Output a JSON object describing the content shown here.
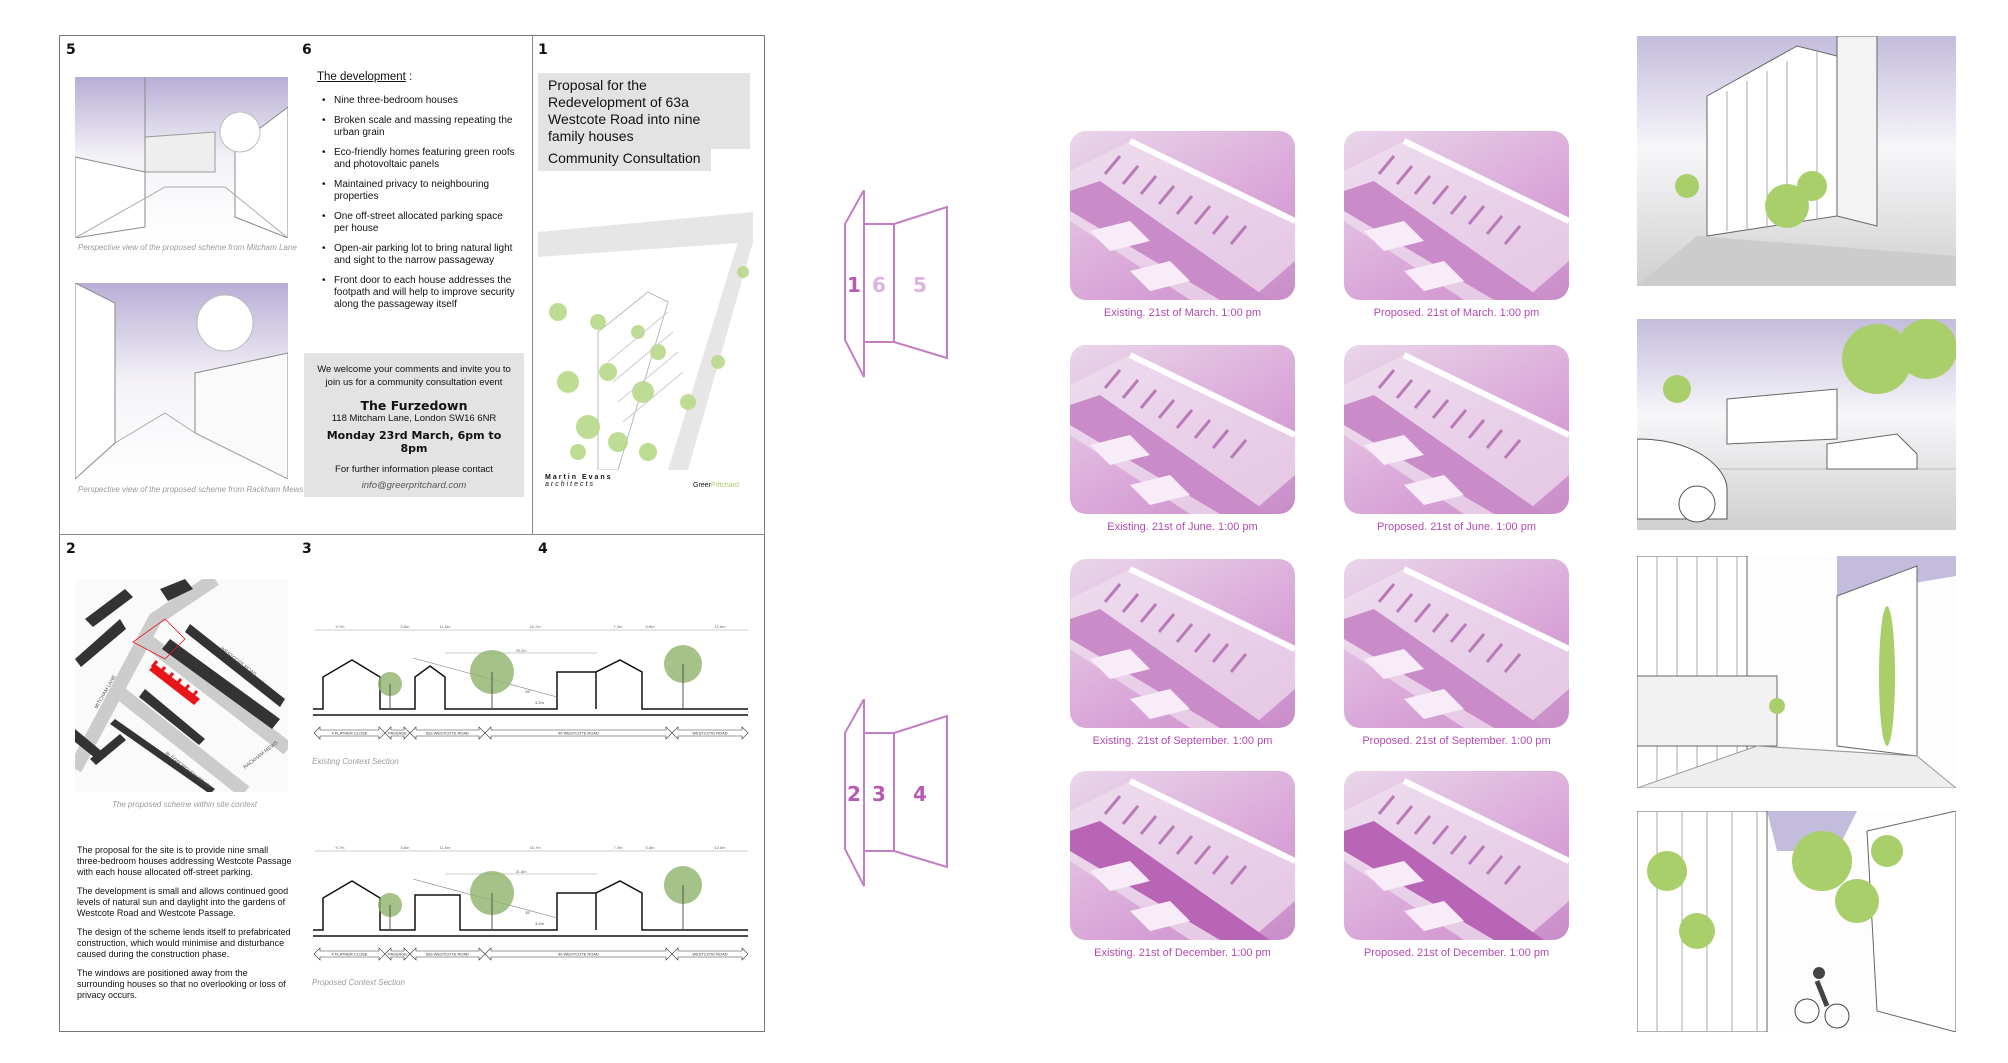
{
  "panels": {
    "p5": {
      "num": "5",
      "caption1": "Perspective view of the proposed scheme from Mitcham Lane",
      "caption2": "Perspective view of the proposed scheme from Rackham Mews"
    },
    "p6": {
      "num": "6",
      "heading": "The development",
      "heading_suffix": " :",
      "bullets": [
        "Nine three-bedroom houses",
        "Broken scale and massing repeating the urban grain",
        "Eco-friendly homes featuring green roofs and photovoltaic panels",
        "Maintained privacy to neighbouring properties",
        "One off-street allocated parking space per house",
        "Open-air parking lot to bring natural light and sight to the narrow passageway",
        "Front door to each house addresses the footpath and will help to improve security along the passageway itself"
      ],
      "invite": "We welcome your comments and invite you to join us for a community consultation event",
      "venue": "The Furzedown",
      "address": "118 Mitcham Lane, London SW16 6NR",
      "date": "Monday 23rd March, 6pm to 8pm",
      "contact": "For further information please contact",
      "email": "info@greerpritchard.com"
    },
    "p1": {
      "num": "1",
      "title": "Proposal for the Redevelopment of 63a Westcote Road into nine family houses",
      "subtitle": "Community Consultation",
      "logo1_line1": "Martin Evans",
      "logo1_line2": "architects",
      "logo2_part1": "Greer",
      "logo2_part2": "Pritchard"
    },
    "p2": {
      "num": "2",
      "caption": "The proposed scheme within site context",
      "map_labels": [
        "MITCHAM LANE",
        "WESTCOTE ROAD",
        "BLEGBOROUGH ROAD",
        "RACKHAM MEWS"
      ],
      "paragraphs": [
        "The proposal for the site is to provide nine small three-bedroom houses addressing Westcote Passage with each house allocated off-street parking.",
        "The development is small and allows continued good levels of natural sun and daylight into the gardens of Westcote Road and Westcote Passage.",
        "The design of the scheme lends itself to prefabricated construction, which would minimise and disturbance caused during the construction phase.",
        "The windows are positioned away from the surrounding houses so that no overlooking or loss of privacy occurs."
      ]
    },
    "p3": {
      "num": "3"
    },
    "p4": {
      "num": "4"
    }
  },
  "sections": [
    {
      "caption": "Existing Context Section",
      "dims": [
        "9.7m",
        "5.8m",
        "11.6m",
        "16.7m",
        "7.3m",
        "5.8m",
        "12.6m"
      ],
      "span": "25.2m",
      "angle": "15°",
      "height": "3.2m",
      "zones": [
        "4 FLATHER CLOSE",
        "PASSAGE",
        "63a WESTCOTE ROAD",
        "49 WESTCOTE ROAD",
        "WESTCOTE ROAD"
      ]
    },
    {
      "caption": "Proposed Context Section",
      "dims": [
        "9.7m",
        "5.8m",
        "11.6m",
        "16.7m",
        "7.3m",
        "5.8m",
        "12.6m"
      ],
      "span": "21.8m",
      "angle": "15°",
      "height": "3.2m",
      "zones": [
        "4 FLATHER CLOSE",
        "PASSAGE",
        "63a WESTCOTE ROAD",
        "49 WESTCOTE ROAD",
        "WESTCOTE ROAD"
      ]
    }
  ],
  "fold_diagrams": [
    {
      "left": "1",
      "mid": "6",
      "right": "5"
    },
    {
      "left": "2",
      "mid": "3",
      "right": "4"
    }
  ],
  "shadow_studies": [
    {
      "existing": "Existing. 21st of March. 1:00 pm",
      "proposed": "Proposed. 21st of March. 1:00 pm"
    },
    {
      "existing": "Existing. 21st of June. 1:00 pm",
      "proposed": "Proposed. 21st of June. 1:00 pm"
    },
    {
      "existing": "Existing. 21st of September. 1:00 pm",
      "proposed": "Proposed. 21st of September. 1:00 pm"
    },
    {
      "existing": "Existing. 21st of December. 1:00 pm",
      "proposed": "Proposed. 21st of December. 1:00 pm"
    }
  ],
  "colors": {
    "accent": "#b24ab0",
    "fold": "#c47fc4",
    "green": "#a9cf6a",
    "grey_box": "#e3e3e3",
    "plan_red": "#e8161b"
  }
}
